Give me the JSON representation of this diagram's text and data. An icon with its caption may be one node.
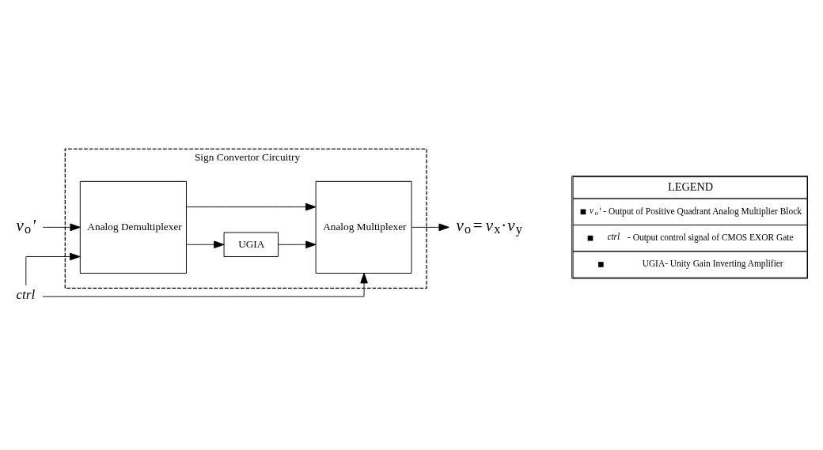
{
  "diagram": {
    "nodes": [
      {
        "text": [
          "*v*$_{o}$'"
        ]
      },
      {
        "text": [
          "Sign Convertor Circuitry"
        ]
      },
      {
        "text": [
          "Analog Demultiplexer"
        ],
        "in": 1
      },
      {
        "text": [
          "UGIA"
        ],
        "in": 1
      },
      {
        "text": [
          "Analog Multiplexer"
        ],
        "in": 1
      },
      {
        "text": [
          "ctrl"
        ]
      },
      {
        "text": [
          "*v*$_{o}$=*v*$_{x}$·*v*$_{y}$"
        ]
      }
    ],
    "edges": [
      {
        "from": 0,
        "to": 2,
        "arrow": "to"
      },
      {
        "from": 2,
        "to": 4,
        "arrow": "to"
      },
      {
        "from": 2,
        "to": 3,
        "arrow": "to"
      },
      {
        "from": 3,
        "to": 4,
        "arrow": "to"
      },
      {
        "from": 4,
        "to": 6,
        "arrow": "to"
      },
      {
        "from": 5,
        "to": 2,
        "arrow": "to"
      },
      {
        "from": 5,
        "to": 4,
        "arrow": "to"
      }
    ],
    "labels": [
      "LEGEND"
    ],
    "legend": [
      {
        "text": "*v*$_{o}$' - Output of Positive Quadrant Analog Multiplier Block"
      },
      {
        "text": "*ctrl* - Output control signal of CMOS EXOR Gate"
      },
      {
        "text": "UGIA- Unity Gain Inverting Amplifier"
      }
    ]
  }
}
